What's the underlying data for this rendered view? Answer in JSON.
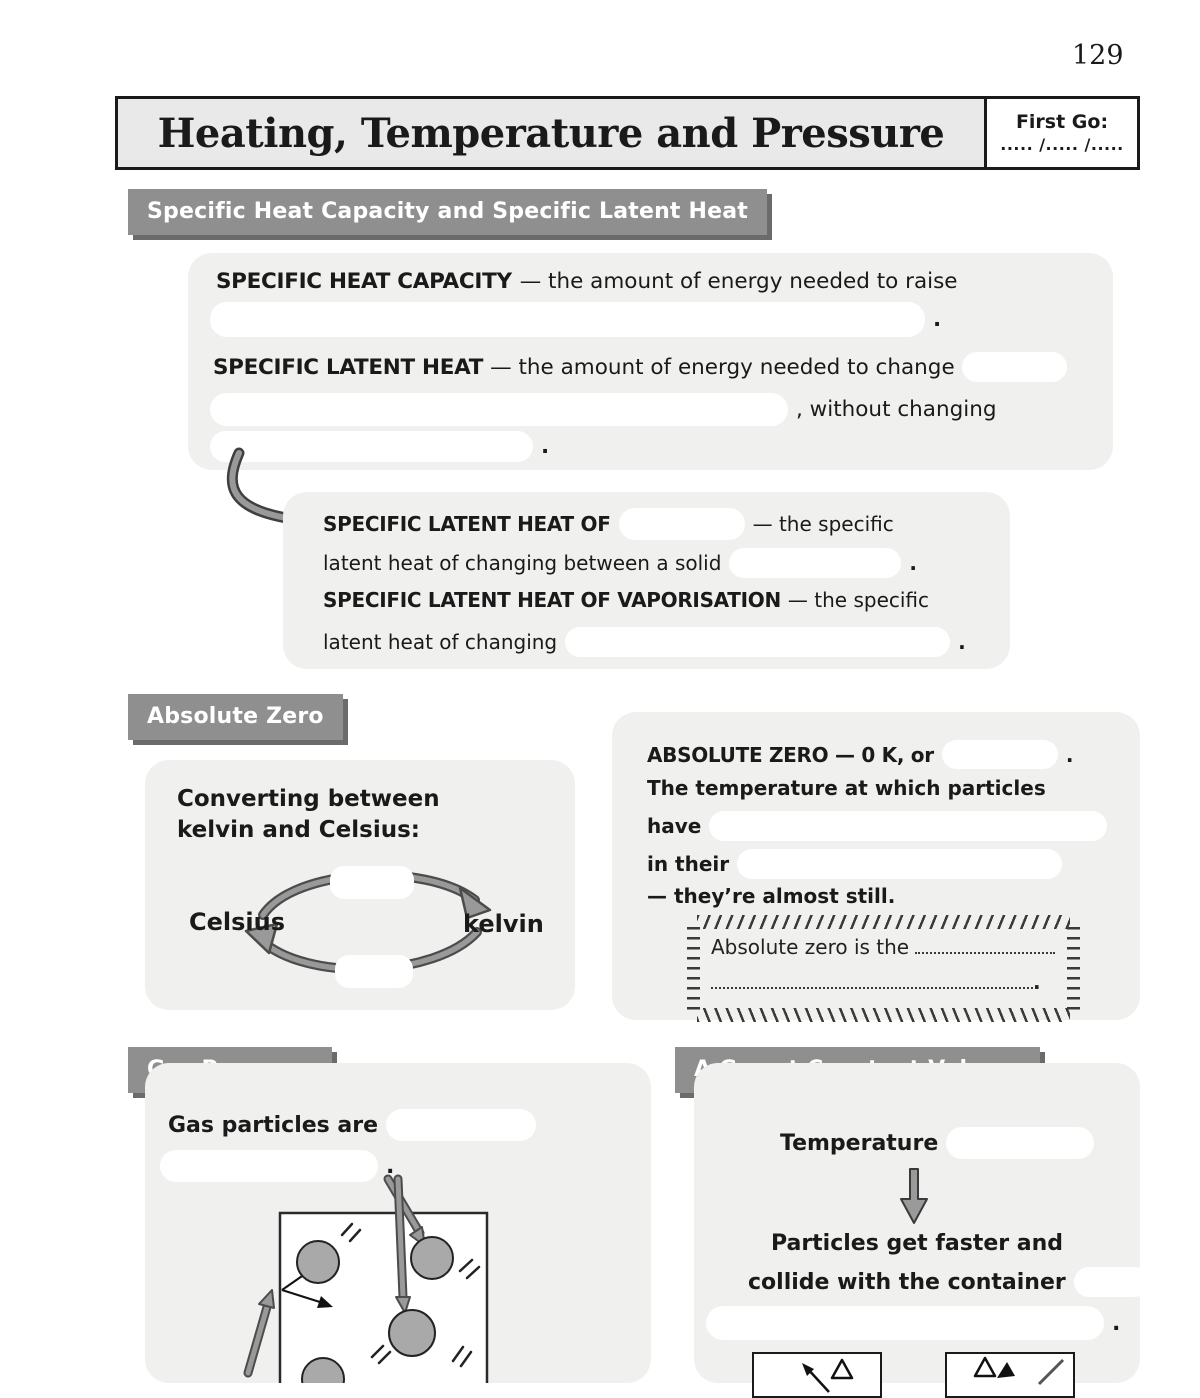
{
  "colors": {
    "section_header_bg": "#8f8f8f",
    "section_header_shadow": "#6b6b6b",
    "panel_bg": "#f0f0ee",
    "title_bar_bg": "#e9e9e9",
    "ink": "#1a1a1a",
    "arrow_grey": "#999999",
    "particle_grey": "#a9a9a9"
  },
  "page_number": "129",
  "punct": {
    "period": "."
  },
  "title_bar": {
    "title": "Heating, Temperature and Pressure",
    "first_go_label": "First Go:",
    "first_go_dates": "..... /..... /....."
  },
  "section_headers": {
    "shc": "Specific Heat Capacity and Specific Latent Heat",
    "absolute_zero": "Absolute Zero",
    "gas_pressure": "Gas Pressure",
    "gas_constant_volume": "A Gas at Constant Volume"
  },
  "shc_box": {
    "heat_capacity_term": "SPECIFIC HEAT CAPACITY",
    "heat_capacity_rest": "— the amount of energy needed to raise",
    "latent_heat_term": "SPECIFIC LATENT HEAT",
    "latent_heat_rest": "— the amount of energy needed to change",
    "without_changing": ", without changing"
  },
  "latent_box": {
    "fusion_term": "SPECIFIC LATENT HEAT OF",
    "fusion_rest": "— the specific",
    "fusion_line2": "latent heat of changing between a solid",
    "vaporisation_term": "SPECIFIC LATENT HEAT OF VAPORISATION",
    "vaporisation_rest": "— the specific",
    "vaporisation_line2": "latent heat of changing"
  },
  "convert_box": {
    "caption_line1": "Converting between",
    "caption_line2": "kelvin and Celsius:",
    "left_label": "Celsius",
    "right_label": "kelvin"
  },
  "absolute_zero_box": {
    "line1": "ABSOLUTE ZERO — 0 K, or",
    "line2": "The temperature at which particles",
    "line3": "have",
    "line4": "in their",
    "line5": "— they’re almost still.",
    "note_lead": "Absolute zero is the"
  },
  "gas_pressure_box": {
    "line1": "Gas particles are"
  },
  "constant_volume_box": {
    "line1": "Temperature",
    "line2": "Particles get faster and",
    "line3": "collide with the container"
  }
}
